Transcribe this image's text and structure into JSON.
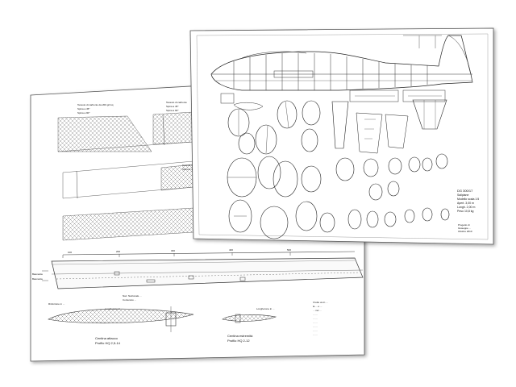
{
  "sheet_back": {
    "notes_top_left": [
      "Tessuto di carbonio da 200 gr/mq",
      "Spina a 45°",
      "Spina a 90°"
    ],
    "notes_top_mid": [
      "Tessuto di carbonio",
      "Spina a 45°",
      "Spina a 90°"
    ],
    "notes_mid": [
      "Tessuto di carbonio",
      "Spina a 45°"
    ],
    "ruler_marks": [
      "100",
      "200",
      "300",
      "400",
      "500"
    ],
    "side_label_1": "Baionetta",
    "side_label_2": "Baionetta",
    "note_center_1": "Naz. Nazionale ...",
    "note_center_2": "Contenuto ...",
    "note_left_bottom": "Rinforzare in ...",
    "note_mid_bottom": "Longherone in ...",
    "note_right_bottom": "Longherone in ...",
    "rib_root_title": "Centina attacco",
    "rib_root_profile": "Profilo HQ 2,5-14",
    "rib_tip_title": "Centina estremità",
    "rib_tip_profile": "Profilo HQ 2-12",
    "notes_block": [
      "Il tutto va in ...",
      "la ... e ...",
      "... nel ...",
      "... ...",
      "... ...",
      "... ...",
      "... ...",
      "... ...",
      "... ..."
    ]
  },
  "sheet_front": {
    "title_block": [
      "DG 300/17",
      "Sailplane",
      "Modello scala 1:5",
      "Apert. 3,00 m",
      "Lungh. 2,00 m",
      "Peso 10,8 kg"
    ],
    "author_block": [
      "Progetto di",
      "Giuseppe ...",
      "Ottobre 2010"
    ]
  }
}
